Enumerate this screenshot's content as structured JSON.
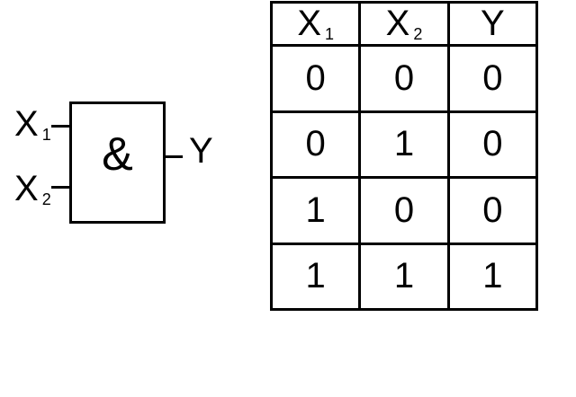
{
  "colors": {
    "ink": "#000000",
    "background": "#ffffff"
  },
  "gate": {
    "type": "AND",
    "symbol": "&",
    "inputs": [
      {
        "base": "X",
        "sub": "1"
      },
      {
        "base": "X",
        "sub": "2"
      }
    ],
    "output": {
      "base": "Y",
      "sub": ""
    }
  },
  "truth_table": {
    "headers": [
      {
        "base": "X",
        "sub": "1"
      },
      {
        "base": "X",
        "sub": "2"
      },
      {
        "base": "Y",
        "sub": ""
      }
    ],
    "rows": [
      [
        "0",
        "0",
        "0"
      ],
      [
        "0",
        "1",
        "0"
      ],
      [
        "1",
        "0",
        "0"
      ],
      [
        "1",
        "1",
        "1"
      ]
    ]
  }
}
